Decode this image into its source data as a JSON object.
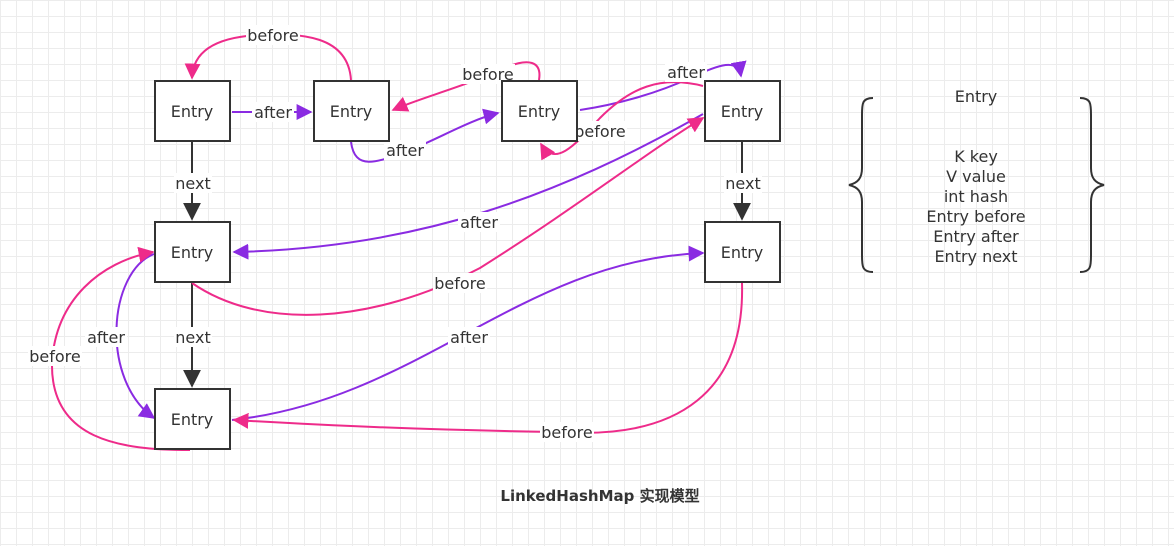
{
  "caption": "LinkedHashMap 实现模型",
  "colors": {
    "after": "#8a2be2",
    "before": "#ee2b8a",
    "next": "#333333",
    "node_border": "#333333"
  },
  "nodes": {
    "n1": "Entry",
    "n2": "Entry",
    "n3": "Entry",
    "n4": "Entry",
    "n5": "Entry",
    "n6": "Entry",
    "n7": "Entry"
  },
  "edges": {
    "n1_n2_after": "after",
    "n2_n1_before": "before",
    "n2_n3_after": "after",
    "n3_n2_before": "before",
    "n3_n4_after": "after",
    "n4_n3_before": "before",
    "n4_n5_after": "after",
    "n5_n4_before": "before",
    "n5_n6_after": "after",
    "n6_n5_before": "before",
    "n6_n7_after": "after",
    "n7_n6_before": "before",
    "n1_n5_next": "next",
    "n5_n6_next": "next",
    "n4_n7_next": "next"
  },
  "entry_struct": {
    "title": "Entry",
    "fields": [
      "K key",
      "V value",
      "int hash",
      "Entry before",
      "Entry after",
      "Entry next"
    ]
  }
}
